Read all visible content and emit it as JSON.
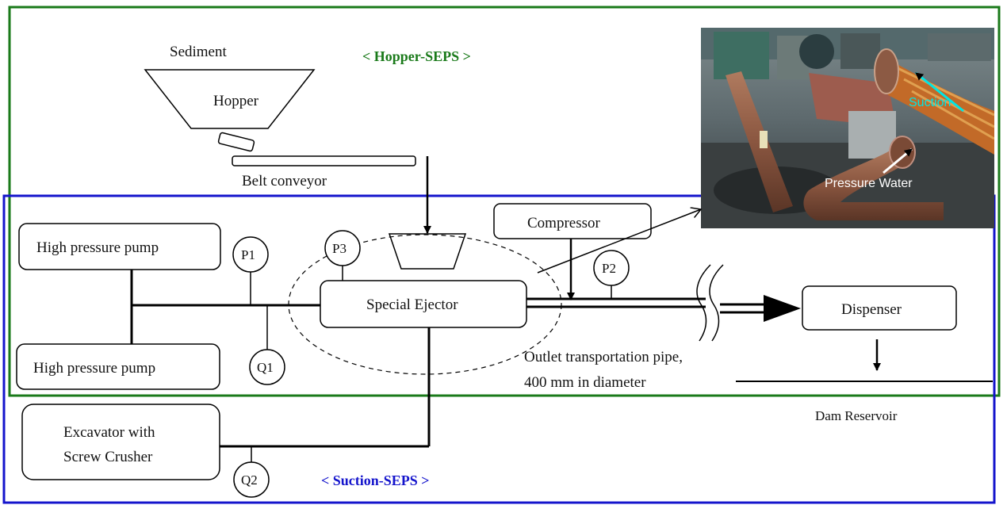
{
  "systems": {
    "hopper_seps": {
      "title": "< Hopper-SEPS >",
      "color": "#1a7a1a"
    },
    "suction_seps": {
      "title": "< Suction-SEPS >",
      "color": "#1414cc"
    }
  },
  "components": {
    "sediment": "Sediment",
    "hopper": "Hopper",
    "belt_conveyor": "Belt conveyor",
    "high_pressure_pump_1": "High pressure pump",
    "high_pressure_pump_2": "High pressure pump",
    "compressor": "Compressor",
    "special_ejector": "Special Ejector",
    "dispenser": "Dispenser",
    "excavator_line1": "Excavator with",
    "excavator_line2": "Screw Crusher",
    "dam_reservoir": "Dam Reservoir"
  },
  "gauges": {
    "p1": "P1",
    "p2": "P2",
    "p3": "P3",
    "q1": "Q1",
    "q2": "Q2"
  },
  "outlet_pipe": {
    "line1": "Outlet transportation pipe,",
    "line2": "400 mm in diameter"
  },
  "photo": {
    "suction_label": "Suction",
    "suction_color": "#00e5e5",
    "pressure_label": "Pressure Water",
    "pressure_color": "#ffffff"
  }
}
